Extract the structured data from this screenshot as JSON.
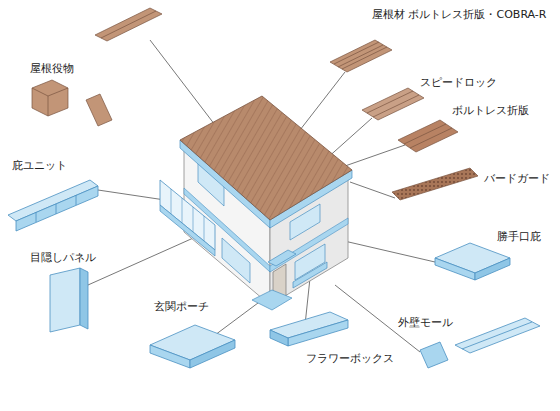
{
  "diagram": {
    "labels": [
      "屋根役物",
      "屋根材 ボルトレス折版・COBRA-R",
      "スピードロック",
      "ボルトレス折版",
      "バードガード",
      "勝手口庇",
      "外壁モール",
      "フラワーボックス",
      "玄関ポーチ",
      "目隠しパネル",
      "庇ユニット"
    ]
  }
}
